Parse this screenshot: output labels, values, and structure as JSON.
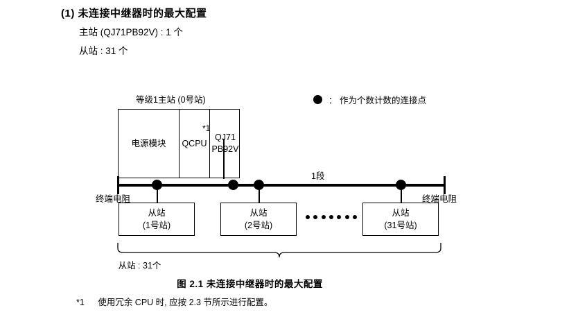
{
  "heading": {
    "number": "(1)",
    "title": "未连接中继器时的最大配置"
  },
  "spec": {
    "line1": "主站 (QJ71PB92V) : 1 个",
    "line2": "从站 : 31 个"
  },
  "legend": {
    "marker": "filled-circle",
    "text": "： 作为个数计数的连接点"
  },
  "diagram": {
    "master_label": "等级1主站 (0号站)",
    "master_box": {
      "power": "电源模块",
      "cpu": "QCPU",
      "module_line1": "QJ71",
      "module_line2": "PB92V",
      "footnote_mark": "*1"
    },
    "segment_label": "1段",
    "terminator_left": "终端电阻",
    "terminator_right": "终端电阻",
    "slaves": [
      {
        "name": "从站",
        "station": "(1号站)"
      },
      {
        "name": "从站",
        "station": "(2号站)"
      },
      {
        "name": "从站",
        "station": "(31号站)"
      }
    ],
    "ellipsis_count": 7,
    "brace_caption": "从站 : 31个"
  },
  "figure_caption": "图 2.1  未连接中继器时的最大配置",
  "footnote": {
    "mark": "*1",
    "text": "使用冗余 CPU 时, 应按 2.3 节所示进行配置。"
  }
}
